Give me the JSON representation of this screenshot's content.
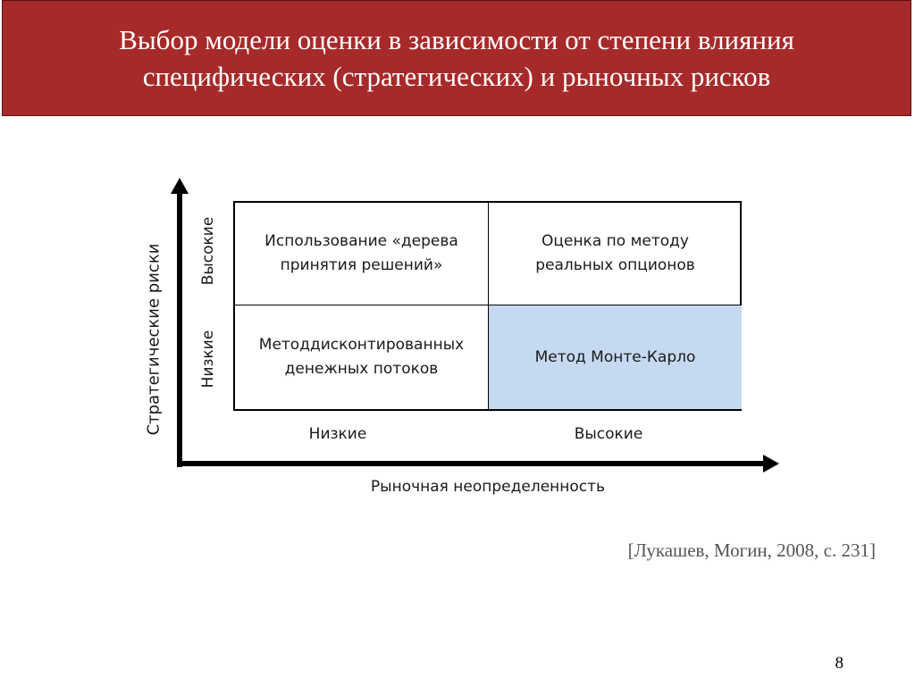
{
  "title": {
    "line1": "Выбор модели оценки в зависимости от степени влияния",
    "line2": "специфических (стратегических) и рыночных рисков"
  },
  "diagram": {
    "y_axis_label": "Стратегические риски",
    "y_high_label": "Высокие",
    "y_low_label": "Низкие",
    "x_axis_label": "Рыночная неопределенность",
    "x_low_label": "Низкие",
    "x_high_label": "Высокие",
    "cells": {
      "top_left": "Использование «дерева\nпринятия решений»",
      "top_right": "Оценка по методу\nреальных опционов",
      "bottom_left": "Методдисконтированных\nденежных потоков",
      "bottom_right": "Метод Монте-Карло"
    },
    "colors": {
      "highlight_cell": "#c5d9f1",
      "banner": "#a72a2a"
    }
  },
  "citation": "[Лукашев, Могин, 2008, с. 231]",
  "page_number": "8"
}
